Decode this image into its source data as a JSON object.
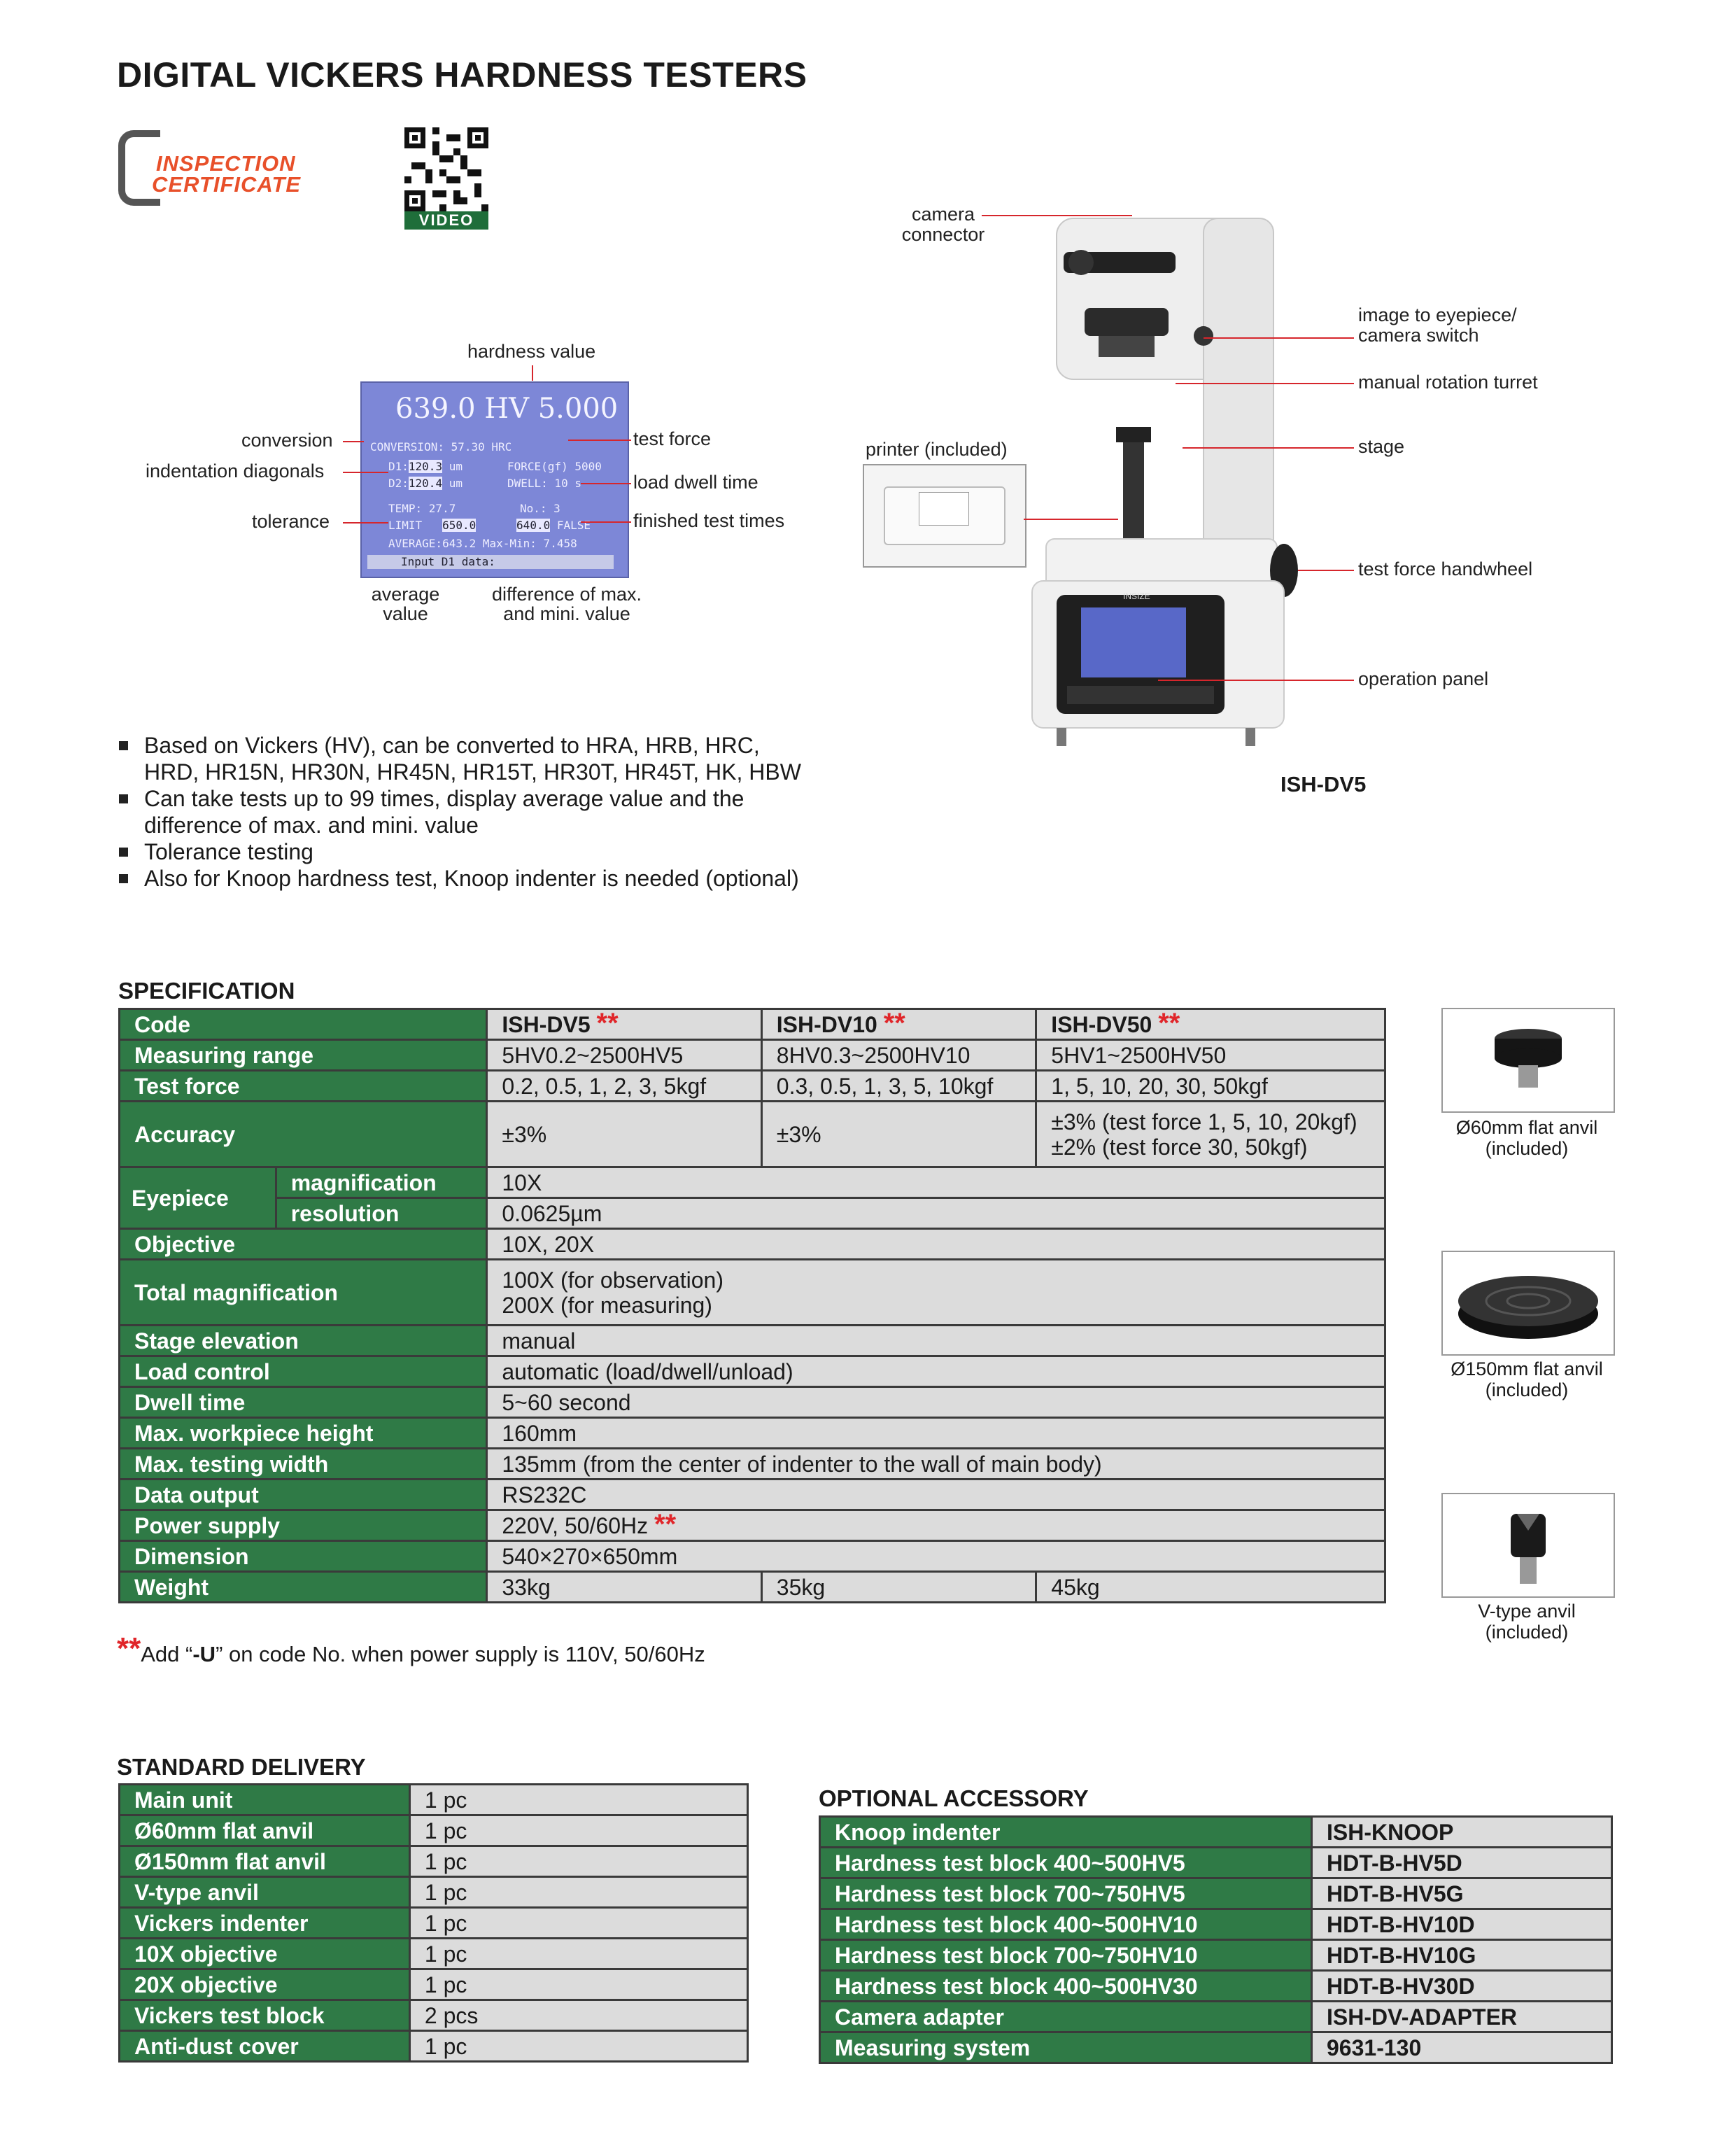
{
  "title": "DIGITAL VICKERS HARDNESS TESTERS",
  "badge": {
    "line1": "INSPECTION",
    "line2": "CERTIFICATE"
  },
  "qr": {
    "label": "VIDEO"
  },
  "screen": {
    "hardness": "639.0 HV 5.000",
    "conversion": "CONVERSION:  57.30 HRC",
    "d1": "D1:",
    "d1v": "120.3",
    "d1u": "um",
    "d2": "D2:",
    "d2v": "120.4",
    "d2u": "um",
    "force": "FORCE(gf) 5000",
    "dwell": "DWELL:    10  s",
    "temp": "TEMP:  27.7",
    "no": "No.:      3",
    "limit": "LIMIT",
    "lim1": "650.0",
    "lim2": "640.0",
    "fail": "FALSE",
    "average": "AVERAGE:643.2   Max-Min: 7.458",
    "input": "Input D1 data:"
  },
  "screen_labels": {
    "hardness_value": "hardness value",
    "conversion": "conversion",
    "indentation": "indentation diagonals",
    "tolerance": "tolerance",
    "test_force": "test force",
    "load_dwell": "load dwell time",
    "finished": "finished test times",
    "average_1": "average",
    "average_2": "value",
    "difference_1": "difference of max.",
    "difference_2": "and mini. value"
  },
  "machine_labels": {
    "camera_1": "camera",
    "camera_2": "connector",
    "eyepiece_1": "image to eyepiece/",
    "eyepiece_2": "camera switch",
    "turret": "manual rotation turret",
    "printer": "printer (included)",
    "stage": "stage",
    "handwheel": "test force handwheel",
    "panel": "operation panel",
    "model": "ISH-DV5",
    "brand": "INSIZE"
  },
  "bullets": [
    "Based on Vickers (HV), can be converted to HRA, HRB, HRC,",
    "HRD, HR15N, HR30N, HR45N, HR15T, HR30T, HR45T, HK, HBW",
    "Can take tests up to 99 times, display average value and the",
    "difference of max. and mini. value",
    "Tolerance testing",
    "Also for Knoop hardness test, Knoop indenter is needed (optional)"
  ],
  "spec": {
    "heading": "SPECIFICATION",
    "stars": "**",
    "code_label": "Code",
    "models": [
      "ISH-DV5",
      "ISH-DV10",
      "ISH-DV50"
    ],
    "measuring_label": "Measuring  range",
    "measuring": [
      "5HV0.2~2500HV5",
      "8HV0.3~2500HV10",
      "5HV1~2500HV50"
    ],
    "force_label": "Test force",
    "force": [
      "0.2, 0.5, 1, 2, 3, 5kgf",
      "0.3, 0.5, 1, 3, 5, 10kgf",
      "1, 5, 10, 20, 30, 50kgf"
    ],
    "accuracy_label": "Accuracy",
    "accuracy": [
      "±3%",
      "±3%",
      "±3% (test force 1, 5, 10, 20kgf)",
      "±2% (test force 30, 50kgf)"
    ],
    "eyepiece_label": "Eyepiece",
    "magnification_label": "magnification",
    "magnification": "10X",
    "resolution_label": "resolution",
    "resolution": "0.0625µm",
    "objective_label": "Objective",
    "objective": "10X, 20X",
    "total_label": "Total magnification",
    "total": [
      "100X (for observation)",
      "200X (for measuring)"
    ],
    "rows": [
      {
        "label": "Stage elevation",
        "value": "manual"
      },
      {
        "label": "Load control",
        "value": "automatic (load/dwell/unload)"
      },
      {
        "label": "Dwell time",
        "value": "5~60 second"
      },
      {
        "label": "Max. workpiece height",
        "value": "160mm"
      },
      {
        "label": "Max. testing width",
        "value": "135mm (from the center of indenter to the wall of main body)"
      },
      {
        "label": "Data output",
        "value": "RS232C"
      }
    ],
    "power_label": "Power supply",
    "power": "220V, 50/60Hz",
    "dimension_label": "Dimension",
    "dimension": "540×270×650mm",
    "weight_label": "Weight",
    "weight": [
      "33kg",
      "35kg",
      "45kg"
    ],
    "note_pre": "Add “",
    "note_bold": "-U",
    "note_post": "” on code No. when power supply is 110V, 50/60Hz"
  },
  "anvils": [
    {
      "l1": "Ø60mm flat anvil",
      "l2": "(included)"
    },
    {
      "l1": "Ø150mm flat anvil",
      "l2": "(included)"
    },
    {
      "l1": "V-type anvil",
      "l2": "(included)"
    }
  ],
  "delivery": {
    "heading": "STANDARD DELIVERY",
    "rows": [
      {
        "item": "Main unit",
        "qty": "1 pc"
      },
      {
        "item": "Ø60mm flat anvil",
        "qty": "1 pc"
      },
      {
        "item": "Ø150mm flat anvil",
        "qty": "1 pc"
      },
      {
        "item": "V-type anvil",
        "qty": "1 pc"
      },
      {
        "item": "Vickers indenter",
        "qty": "1 pc"
      },
      {
        "item": "10X objective",
        "qty": "1 pc"
      },
      {
        "item": "20X objective",
        "qty": "1 pc"
      },
      {
        "item": "Vickers test block",
        "qty": "2 pcs"
      },
      {
        "item": "Anti-dust cover",
        "qty": "1 pc"
      }
    ]
  },
  "optional": {
    "heading": "OPTIONAL ACCESSORY",
    "rows": [
      {
        "item": "Knoop indenter",
        "code": "ISH-KNOOP"
      },
      {
        "item": "Hardness test block 400~500HV5",
        "code": "HDT-B-HV5D"
      },
      {
        "item": "Hardness test block 700~750HV5",
        "code": "HDT-B-HV5G"
      },
      {
        "item": "Hardness test block 400~500HV10",
        "code": "HDT-B-HV10D"
      },
      {
        "item": "Hardness test block 700~750HV10",
        "code": "HDT-B-HV10G"
      },
      {
        "item": "Hardness test block 400~500HV30",
        "code": "HDT-B-HV30D"
      },
      {
        "item": "Camera adapter",
        "code": "ISH-DV-ADAPTER"
      },
      {
        "item": "Measuring system",
        "code": "9631-130"
      }
    ]
  }
}
